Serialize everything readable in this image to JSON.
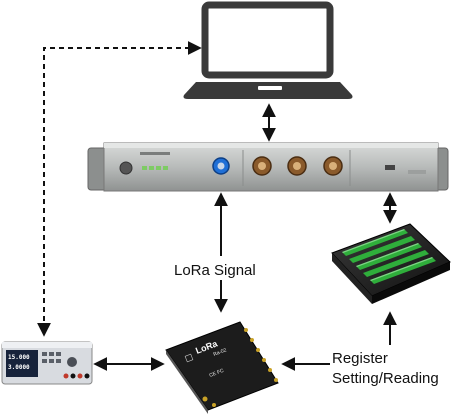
{
  "labels": {
    "lora_signal": "LoRa Signal",
    "register_line1": "Register",
    "register_line2": "Setting/Reading"
  },
  "module": {
    "brand": "LoRa",
    "model": "Ra-02",
    "marks": "CE FC"
  },
  "power_supply": {
    "readout_1": "15.000",
    "readout_2": "3.0000"
  },
  "colors": {
    "laptop_stroke": "#3a3a3a",
    "instrument_body": "#b9bcbb",
    "module_body": "#1c1c1c",
    "terminal_green": "#2fae3b",
    "arrow": "#111111"
  }
}
